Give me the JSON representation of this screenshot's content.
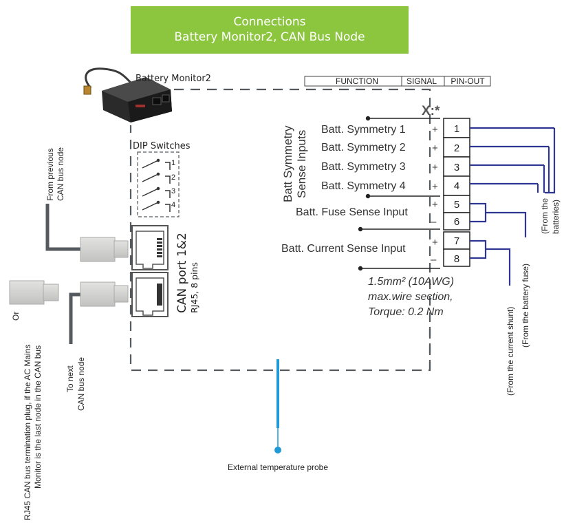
{
  "title": {
    "line1": "Connections",
    "line2": "Battery Monitor2, CAN Bus Node"
  },
  "colors": {
    "title_bg": "#8cc63f",
    "wire": "#2e3592",
    "probe": "#1f9ad6",
    "dash": "#555a5f",
    "cable": "#555a5f"
  },
  "device": {
    "label": "Battery Monitor2",
    "dip_label": "DIP Switches",
    "dip_numbers": [
      "1",
      "2",
      "3",
      "4"
    ]
  },
  "can": {
    "port_label": "CAN port 1&2",
    "port_sub": "RJ45, 8 pins"
  },
  "left_labels": {
    "from_prev": [
      "From previous",
      "CAN bus node"
    ],
    "to_next": [
      "To next",
      "CAN bus node"
    ],
    "termination": [
      "Or",
      "RJ45 CAN bus termination plug, if the AC Mains",
      "Monitor is the last node in the CAN bus"
    ]
  },
  "table_header": {
    "function": "FUNCTION",
    "signal": "SIGNAL",
    "pinout": "PIN-OUT"
  },
  "connector_label": "X:*",
  "group_label": [
    "Batt Symmetry",
    "Sense Inputs"
  ],
  "rows": [
    {
      "function": "Batt. Symmetry 1",
      "signal": "+",
      "pin": "1"
    },
    {
      "function": "Batt. Symmetry 2",
      "signal": "+",
      "pin": "2"
    },
    {
      "function": "Batt. Symmetry 3",
      "signal": "+",
      "pin": "3"
    },
    {
      "function": "Batt. Symmetry 4",
      "signal": "+",
      "pin": "4"
    },
    {
      "function": "Batt. Fuse Sense Input",
      "signal": "+",
      "pin": "5"
    },
    {
      "function": "",
      "signal": "–",
      "pin": "6"
    },
    {
      "function": "Batt. Current Sense Input",
      "signal": "+",
      "pin": "7"
    },
    {
      "function": "",
      "signal": "–",
      "pin": "8"
    }
  ],
  "wire_note": [
    "1.5mm² (10AWG)",
    "max.wire section,",
    "Torque: 0.2 Nm"
  ],
  "right_labels": {
    "batteries": [
      "(From the",
      "batteries)"
    ],
    "fuse": "(From the battery fuse)",
    "shunt": "(From the current shunt)"
  },
  "probe_label": "External temperature probe"
}
